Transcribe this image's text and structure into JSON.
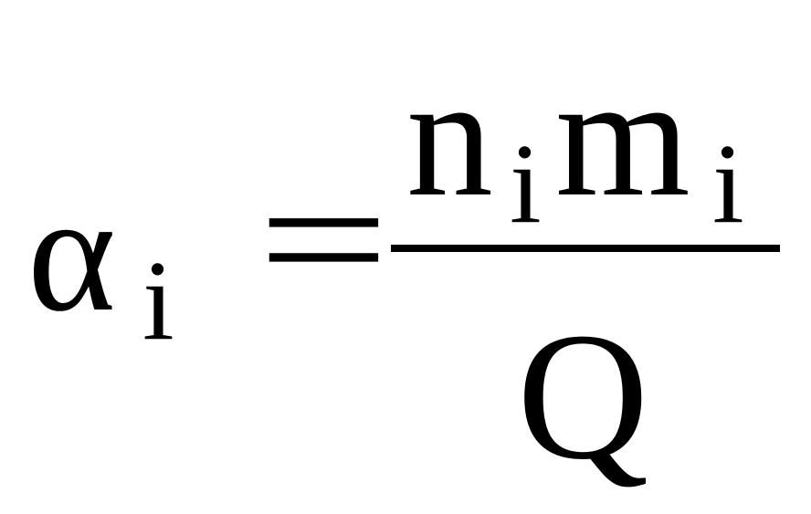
{
  "formula": {
    "lhs_symbol": "α",
    "lhs_subscript": "i",
    "relation": "=",
    "numerator": {
      "factor1_symbol": "n",
      "factor1_subscript": "i",
      "factor2_symbol": "m",
      "factor2_subscript": "i"
    },
    "denominator": "Q"
  }
}
